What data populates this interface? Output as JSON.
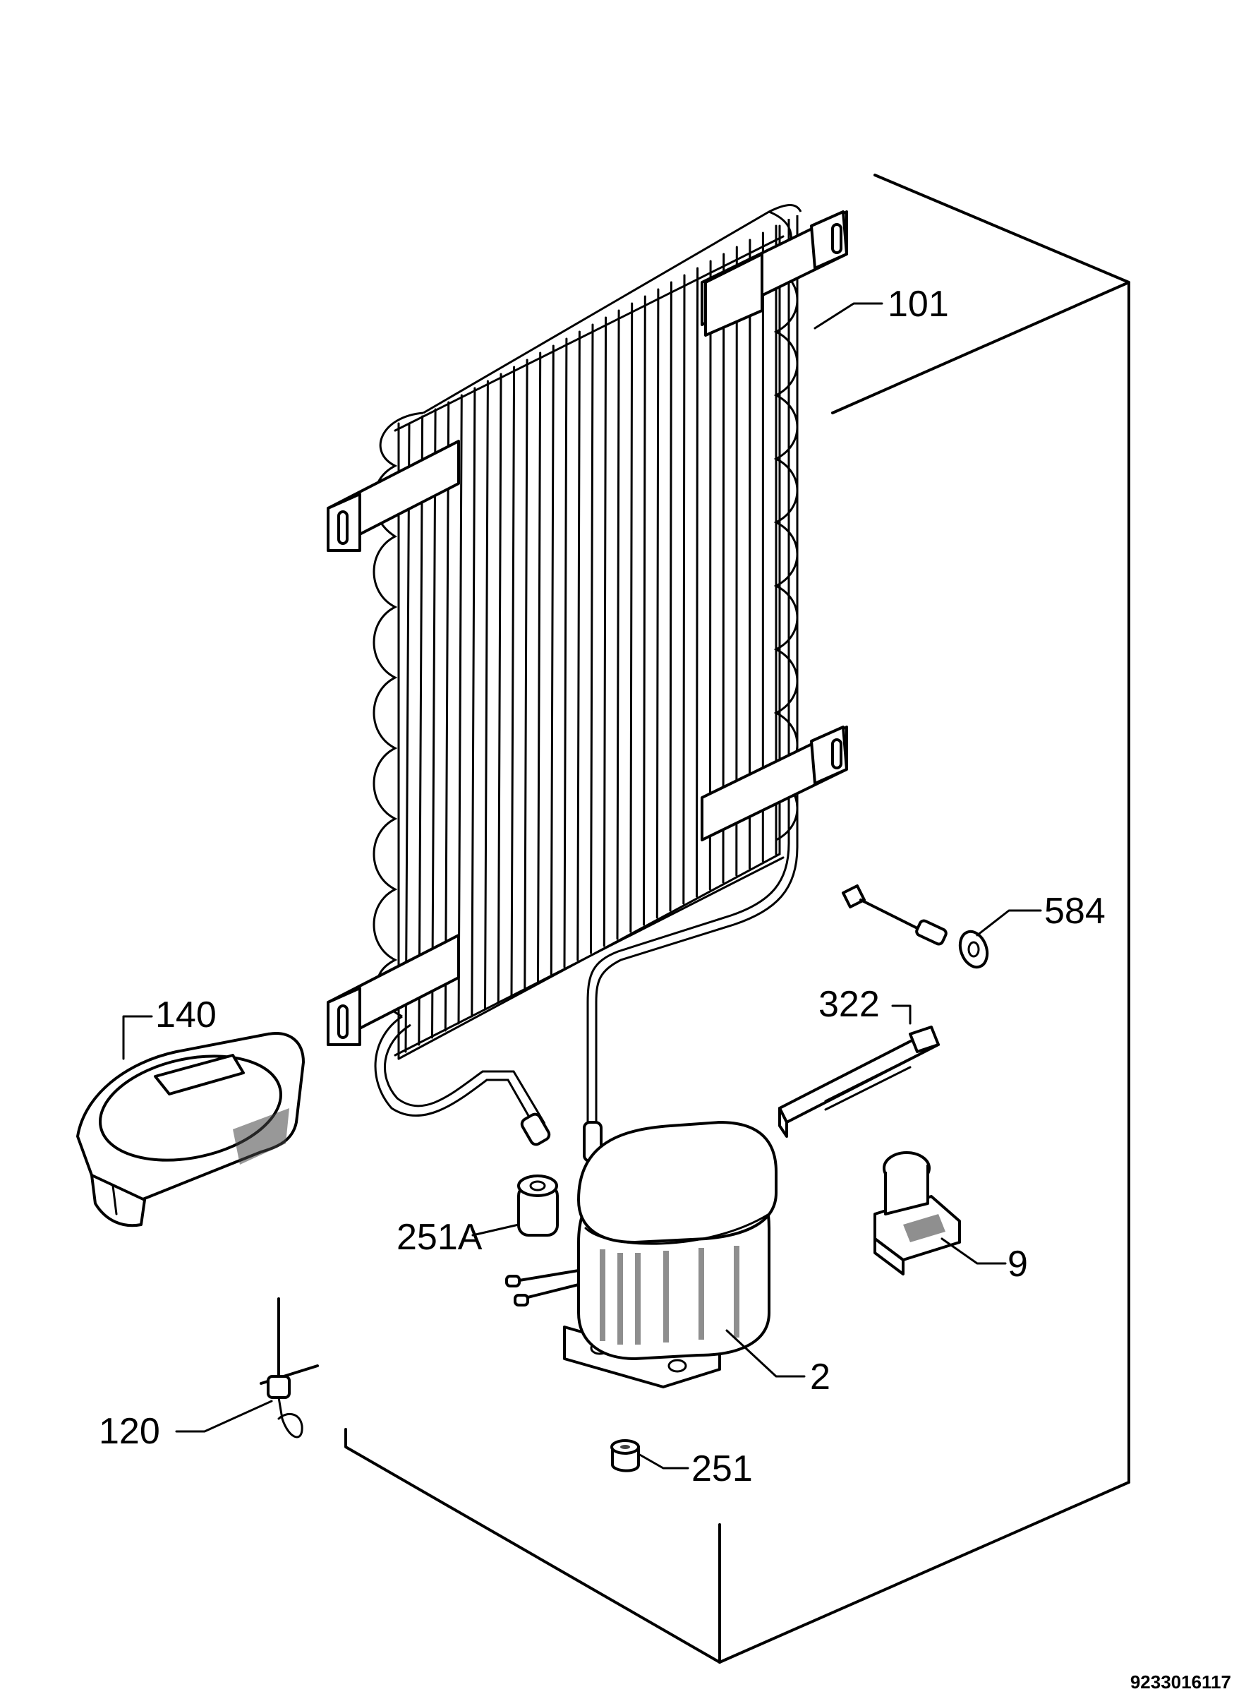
{
  "figure": {
    "reference_number": "9233016117"
  },
  "callouts": [
    {
      "id": "101",
      "label": "101"
    },
    {
      "id": "584",
      "label": "584"
    },
    {
      "id": "322",
      "label": "322"
    },
    {
      "id": "140",
      "label": "140"
    },
    {
      "id": "251A",
      "label": "251A"
    },
    {
      "id": "9",
      "label": "9"
    },
    {
      "id": "2",
      "label": "2"
    },
    {
      "id": "120",
      "label": "120"
    },
    {
      "id": "251",
      "label": "251"
    }
  ],
  "colors": {
    "ink": "#000000",
    "paper": "#ffffff"
  }
}
